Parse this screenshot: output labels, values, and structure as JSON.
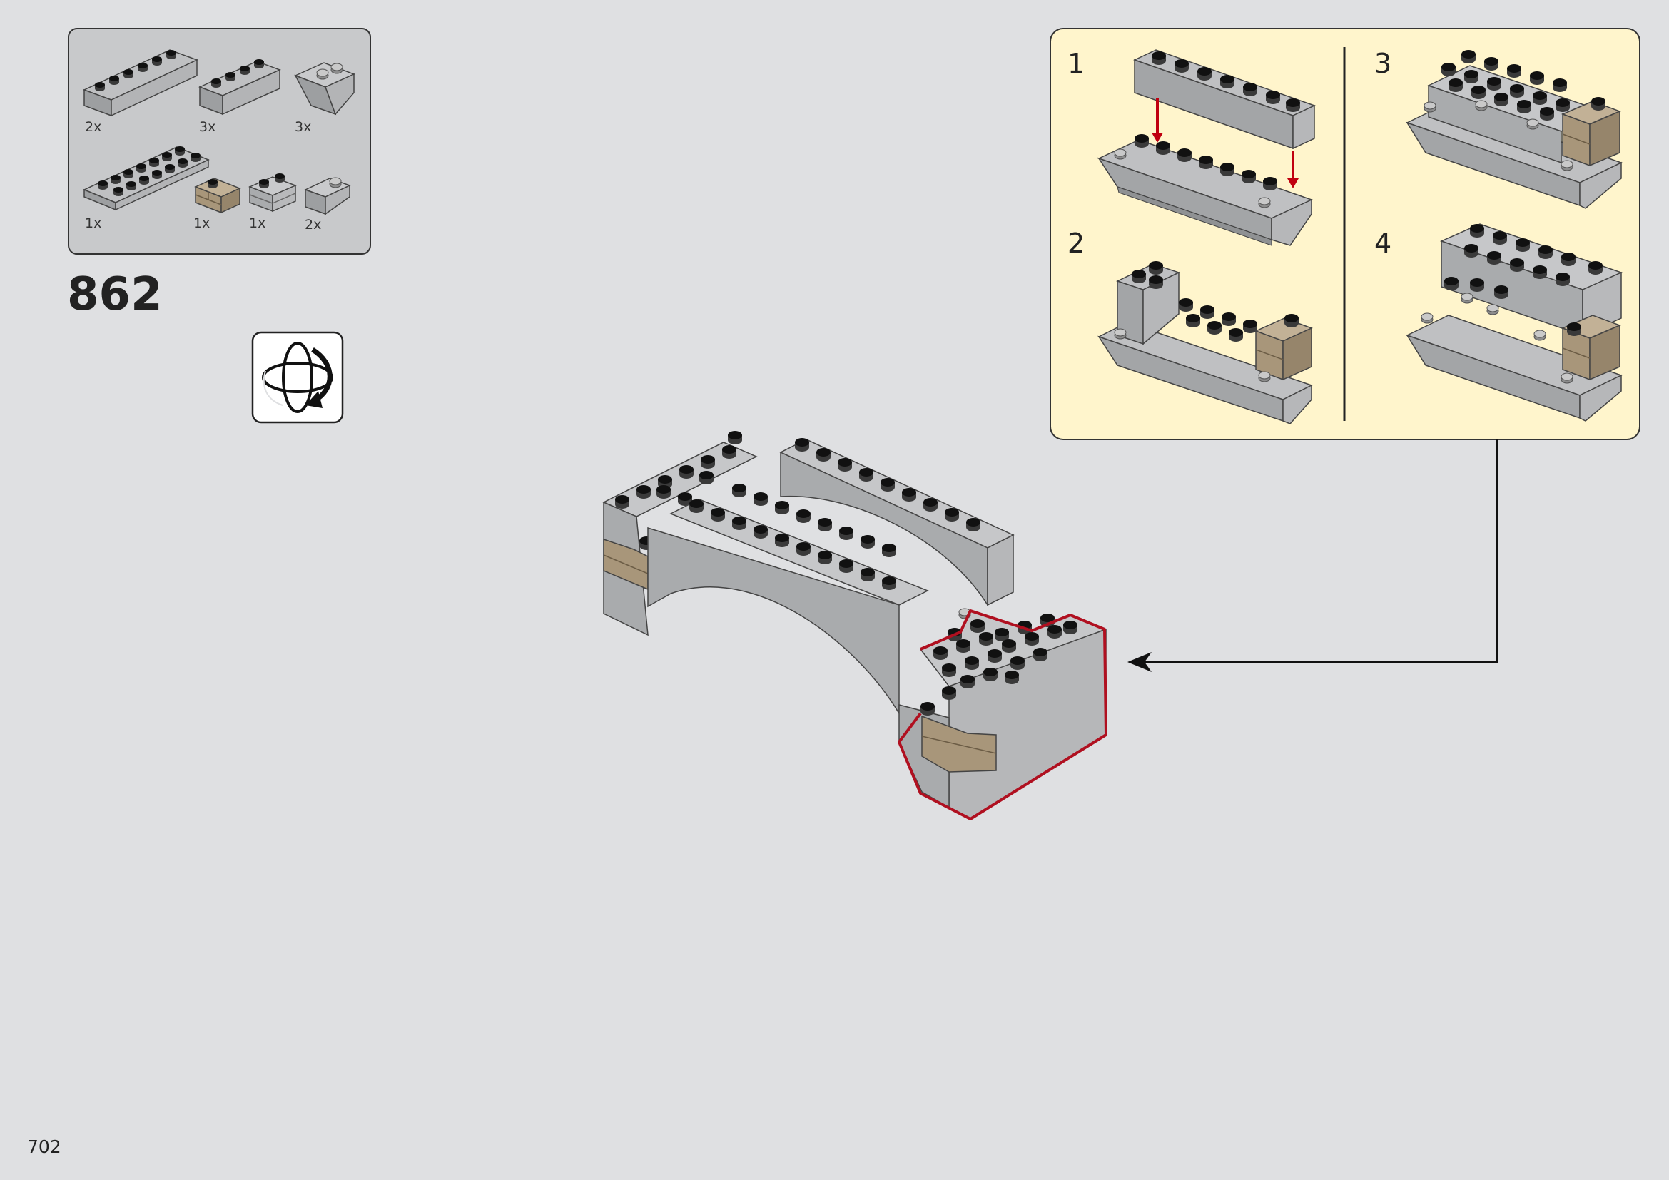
{
  "page": {
    "number": "702",
    "step_number": "862"
  },
  "parts_list": [
    {
      "count": "2x",
      "kind": "brick-1x6"
    },
    {
      "count": "3x",
      "kind": "brick-1x4"
    },
    {
      "count": "3x",
      "kind": "slope-inverted"
    },
    {
      "count": "1x",
      "kind": "plate-2x8"
    },
    {
      "count": "1x",
      "kind": "brick-masonry-tan"
    },
    {
      "count": "1x",
      "kind": "brick-masonry-gray"
    },
    {
      "count": "2x",
      "kind": "slope-inverted"
    }
  ],
  "rotate_icon": "rotate-model-icon",
  "substeps": [
    {
      "label": "1"
    },
    {
      "label": "2"
    },
    {
      "label": "3"
    },
    {
      "label": "4"
    }
  ],
  "colors": {
    "page_bg": "#dfe0e2",
    "parts_panel": "#c8c9cb",
    "substep_panel": "#fff5cc",
    "brick": "#a9abad",
    "tan": "#a8967a",
    "highlight": "#b01020"
  }
}
